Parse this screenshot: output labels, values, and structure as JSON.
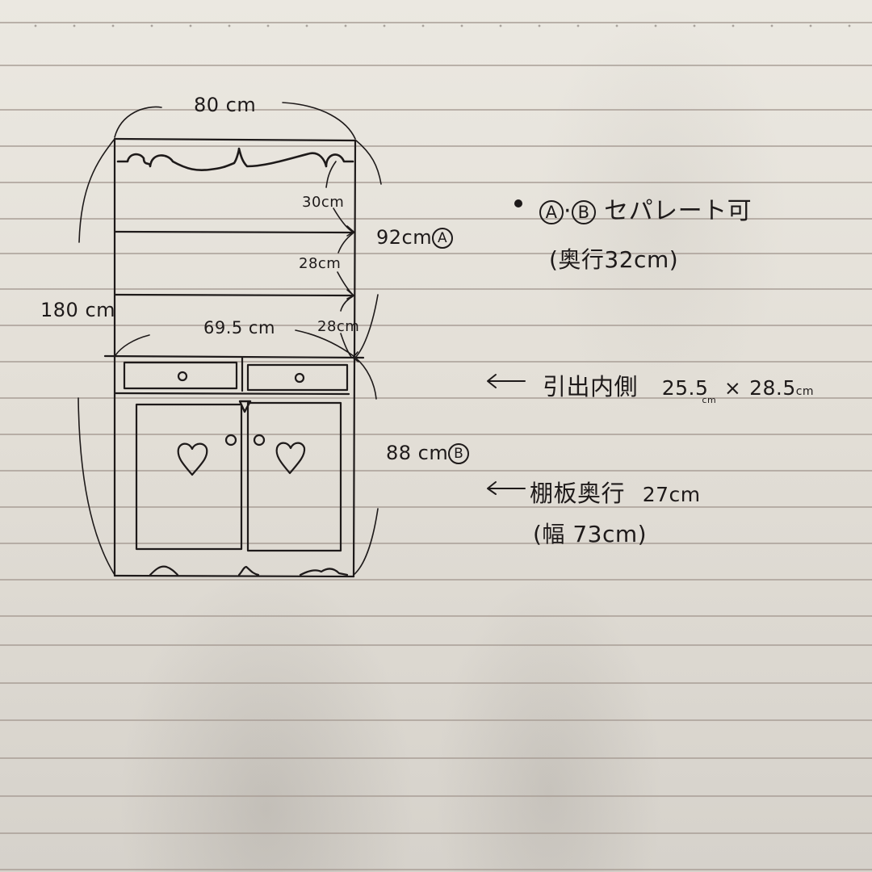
{
  "notebook": {
    "paper_color": "#e8e4dc",
    "rule_color": "#a89e95",
    "ink_color": "#1e1a1a",
    "rule_positions": [
      27,
      80,
      135,
      180,
      225,
      270,
      313,
      357,
      402,
      447,
      492,
      537,
      582,
      627,
      672,
      717,
      762,
      798,
      845,
      891,
      938,
      985,
      1031,
      1076
    ]
  },
  "sketch": {
    "subject": "cupboard",
    "dimensions": {
      "total_width": "80 cm",
      "total_height": "180 cm",
      "upper_height": "92cm",
      "upper_marker": "A",
      "lower_height": "88 cm",
      "lower_marker": "B",
      "shelf_1": "30cm",
      "shelf_2": "28cm",
      "shelf_3": "28cm",
      "inner_width": "69.5 cm"
    },
    "decor": {
      "doors": 2,
      "drawers": 2,
      "hearts": 2,
      "knobs": 4
    }
  },
  "notes": {
    "note1": {
      "bullet": "•",
      "marker_a": "A",
      "separator": "·",
      "marker_b": "B",
      "text": "セパレート可",
      "sub": "(奥行32cm)"
    },
    "note2": {
      "arrow": "←",
      "label": "引出内側",
      "value_1": "25.5",
      "unit_1": "cm",
      "times": "×",
      "value_2": "28.5",
      "unit_2": "cm"
    },
    "note3": {
      "arrow": "←",
      "label": "棚板奥行",
      "value": "27cm",
      "sub": "(幅 73cm)"
    }
  }
}
